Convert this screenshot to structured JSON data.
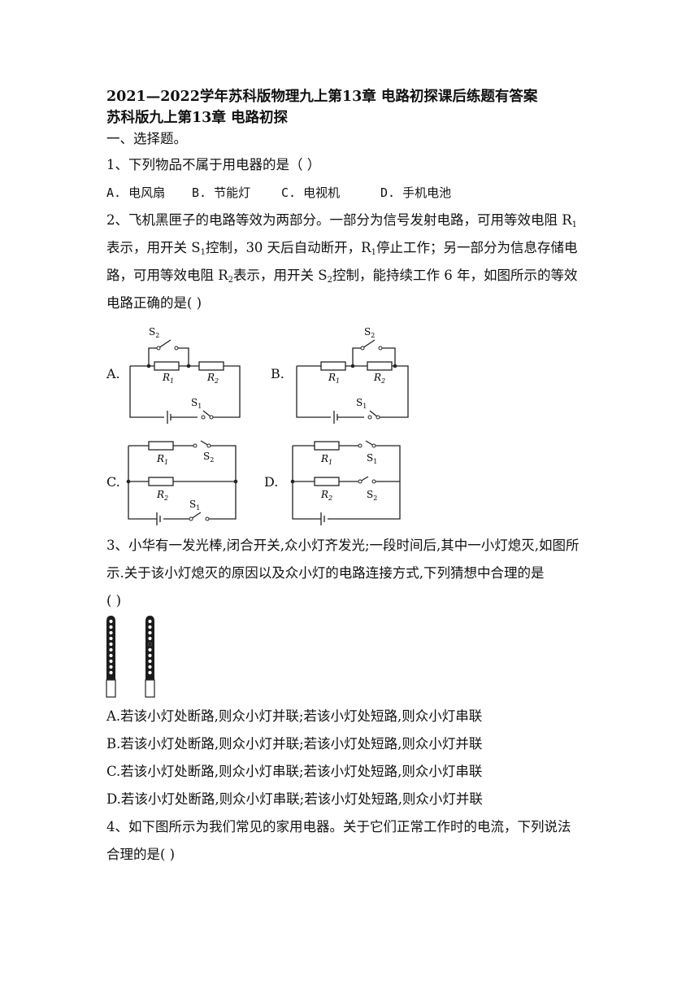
{
  "header": {
    "title_line1": "2021—2022学年苏科版物理九上第13章  电路初探课后练题有答案",
    "title_line2": "苏科版九上第13章  电路初探"
  },
  "section": {
    "heading": "一、选择题。"
  },
  "questions": [
    {
      "stem": "1、下列物品不属于用电器的是（         ）",
      "options": [
        "A.  电风扇",
        "B.  节能灯",
        "C.  电视机",
        "D.  手机电池"
      ]
    },
    {
      "stem_lines": [
        "2、飞机黑匣子的电路等效为两部分。一部分为信号发射电路，可用等效电阻 R",
        "表示，用开关 S",
        "控制，30 天后自动断开，R",
        "停止工作；另一部分为信息存储电",
        "路，可用等效电阻 R",
        "表示，用开关 S",
        "控制，能持续工作 6 年，如图所示的等效",
        "电路正确的是(      )"
      ],
      "sub1": "1",
      "sub2": "2",
      "option_labels": [
        "A.",
        "B.",
        "C.",
        "D."
      ],
      "diagram_labels": {
        "r1": "R",
        "r2": "R",
        "s1": "S",
        "s2": "S",
        "i1": "1",
        "i2": "2"
      }
    },
    {
      "stem_lines": [
        "3、小华有一发光棒,闭合开关,众小灯齐发光;一段时间后,其中一小灯熄灭,如图所",
        "示.关于该小灯熄灭的原因以及众小灯的电路连接方式,下列猜想中合理的是",
        "(        )"
      ],
      "options": [
        "A.若该小灯处断路,则众小灯并联;若该小灯处短路,则众小灯串联",
        "B.若该小灯处断路,则众小灯并联;若该小灯处短路,则众小灯并联",
        "C.若该小灯处断路,则众小灯串联;若该小灯处短路,则众小灯串联",
        "D.若该小灯处断路,则众小灯串联;若该小灯处短路,则众小灯并联"
      ]
    },
    {
      "stem_lines": [
        "4、如下图所示为我们常见的家用电器。关于它们正常工作时的电流，下列说法",
        "合理的是(        )"
      ]
    }
  ]
}
